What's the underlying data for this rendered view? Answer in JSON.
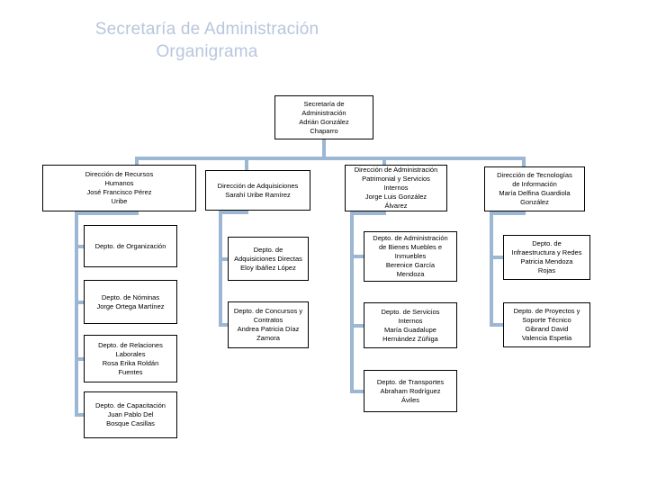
{
  "title": {
    "line1": "Secretaría de Administración",
    "line2": "Organigrama"
  },
  "colors": {
    "title": "#b8c6dd",
    "connector": "#9bb7d4",
    "node_border": "#000000",
    "node_fill": "#ffffff",
    "text": "#000000"
  },
  "chart_data": {
    "type": "diagram",
    "diagram_type": "org-chart",
    "title": "Secretaría de Administración Organigrama",
    "root": {
      "id": "root",
      "lines": [
        "Secretaría de",
        "Administración",
        "Adrián González",
        "Chaparro"
      ],
      "unit": "Secretaría de Administración",
      "person": "Adrián González Chaparro"
    },
    "directions": [
      {
        "id": "dir-rh",
        "lines": [
          "Dirección de Recursos",
          "Humanos",
          "José Francisco Pérez",
          "Uribe"
        ],
        "unit": "Dirección de Recursos Humanos",
        "person": "José Francisco Pérez Uribe",
        "departments": [
          {
            "id": "dep-organizacion",
            "lines": [
              "Depto. de Organización"
            ],
            "unit": "Depto. de Organización",
            "person": ""
          },
          {
            "id": "dep-nominas",
            "lines": [
              "Depto. de Nóminas",
              "Jorge Ortega Martínez"
            ],
            "unit": "Depto. de Nóminas",
            "person": "Jorge Ortega Martínez"
          },
          {
            "id": "dep-relaciones-laborales",
            "lines": [
              "Depto. de Relaciones",
              "Laborales",
              "Rosa Erika Roldán",
              "Fuentes"
            ],
            "unit": "Depto. de Relaciones Laborales",
            "person": "Rosa Erika Roldán Fuentes"
          },
          {
            "id": "dep-capacitacion",
            "lines": [
              "Depto. de Capacitación",
              "Juan Pablo Del",
              "Bosque Casillas"
            ],
            "unit": "Depto. de Capacitación",
            "person": "Juan Pablo Del Bosque Casillas"
          }
        ]
      },
      {
        "id": "dir-adquisiciones",
        "lines": [
          "Dirección de Adquisiciones",
          "Sarahí Uribe Ramírez"
        ],
        "unit": "Dirección de Adquisiciones",
        "person": "Sarahí Uribe Ramírez",
        "departments": [
          {
            "id": "dep-adquisiciones-directas",
            "lines": [
              "Depto. de",
              "Adquisiciones Directas",
              "Eloy Ibáñez López"
            ],
            "unit": "Depto. de Adquisiciones Directas",
            "person": "Eloy Ibáñez López"
          },
          {
            "id": "dep-concursos-contratos",
            "lines": [
              "Depto. de Concursos y",
              "Contratos",
              "Andrea Patricia Díaz",
              "Zamora"
            ],
            "unit": "Depto. de Concursos y Contratos",
            "person": "Andrea Patricia Díaz Zamora"
          }
        ]
      },
      {
        "id": "dir-patrimonial",
        "lines": [
          "Dirección de Administración",
          "Patrimonial y Servicios",
          "Internos",
          "Jorge Luis González",
          "Álvarez"
        ],
        "unit": "Dirección de Administración Patrimonial y Servicios Internos",
        "person": "Jorge Luis González Álvarez",
        "departments": [
          {
            "id": "dep-bienes-muebles-inmuebles",
            "lines": [
              "Depto. de Administración",
              "de Bienes Muebles e",
              "Inmuebles",
              "Berenice García",
              "Mendoza"
            ],
            "unit": "Depto. de Administración de Bienes Muebles e Inmuebles",
            "person": "Berenice García Mendoza"
          },
          {
            "id": "dep-servicios-internos",
            "lines": [
              "Depto. de Servicios",
              "Internos",
              "María Guadalupe",
              "Hernández Zúñiga"
            ],
            "unit": "Depto. de Servicios Internos",
            "person": "María Guadalupe Hernández Zúñiga"
          },
          {
            "id": "dep-transportes",
            "lines": [
              "Depto. de Transportes",
              "Abraham Rodríguez",
              "Áviles"
            ],
            "unit": "Depto. de Transportes",
            "person": "Abraham Rodríguez Áviles"
          }
        ]
      },
      {
        "id": "dir-tecnologias",
        "lines": [
          "Dirección de Tecnologías",
          "de Información",
          "María Delfina Guardiola",
          "González"
        ],
        "unit": "Dirección de Tecnologías de Información",
        "person": "María Delfina Guardiola González",
        "departments": [
          {
            "id": "dep-infraestructura-redes",
            "lines": [
              "Depto. de",
              "Infraestructura y Redes",
              "Patricia Mendoza",
              "Rojas"
            ],
            "unit": "Depto. de Infraestructura y Redes",
            "person": "Patricia Mendoza Rojas"
          },
          {
            "id": "dep-proyectos-soporte",
            "lines": [
              "Depto. de Proyectos y",
              "Soporte Técnico",
              "Gibrand David",
              "Valencia Espetia"
            ],
            "unit": "Depto. de Proyectos y Soporte Técnico",
            "person": "Gibrand David Valencia Espetia"
          }
        ]
      }
    ]
  }
}
